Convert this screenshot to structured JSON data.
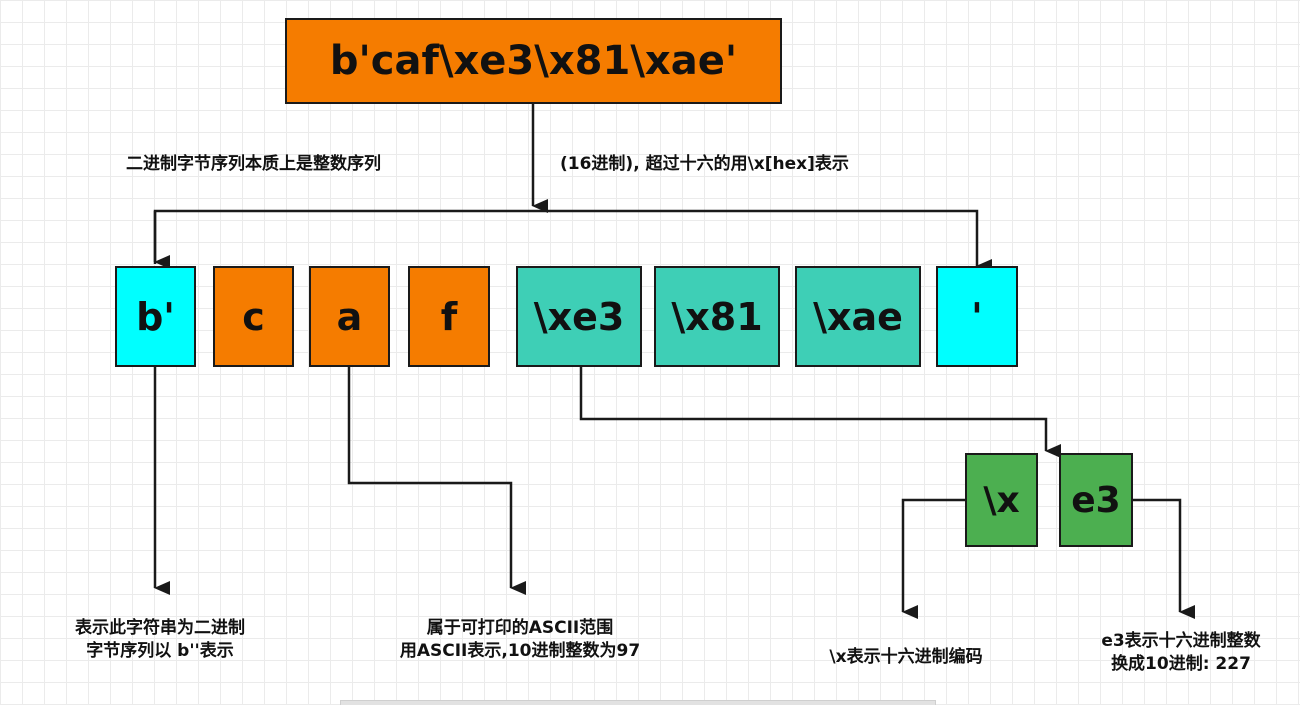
{
  "colors": {
    "orange": "#f57c00",
    "cyan": "#00ffff",
    "teal": "#3ecfb6",
    "green": "#4caf50",
    "line": "#1a1a1a"
  },
  "title": "b'caf\\xe3\\x81\\xae'",
  "annotations": {
    "left_desc": "二进制字节序列本质上是整数序列",
    "right_desc": "(16进制), 超过十六的用\\x[hex]表示"
  },
  "bytes": [
    {
      "label": "b'",
      "color": "cyan"
    },
    {
      "label": "c",
      "color": "orange"
    },
    {
      "label": "a",
      "color": "orange"
    },
    {
      "label": "f",
      "color": "orange"
    },
    {
      "label": "\\xe3",
      "color": "teal"
    },
    {
      "label": "\\x81",
      "color": "teal"
    },
    {
      "label": "\\xae",
      "color": "teal"
    },
    {
      "label": "'",
      "color": "cyan"
    }
  ],
  "sub_parts": [
    {
      "label": "\\x",
      "color": "green"
    },
    {
      "label": "e3",
      "color": "green"
    }
  ],
  "notes": {
    "prefix": [
      "表示此字符串为二进制",
      "字节序列以 b''表示"
    ],
    "ascii": [
      "属于可打印的ASCII范围",
      "用ASCII表示,10进制整数为97"
    ],
    "hex_prefix": "\\x表示十六进制编码",
    "hex_value": [
      "e3表示十六进制整数",
      "换成10进制: 227"
    ]
  }
}
